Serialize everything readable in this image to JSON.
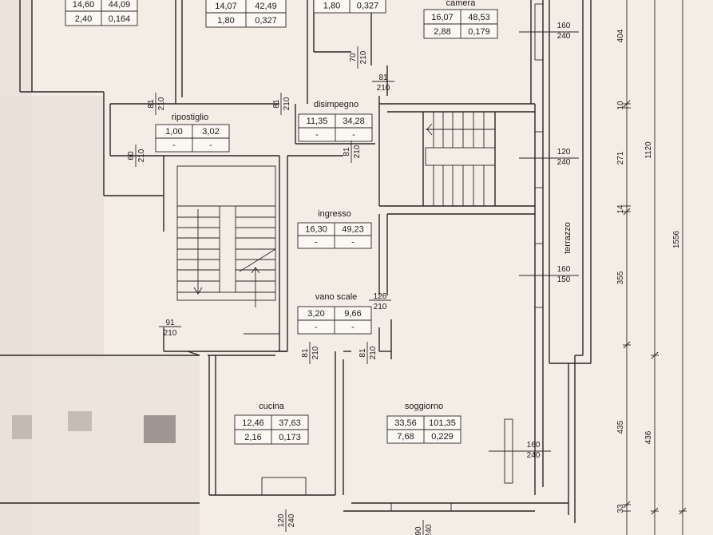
{
  "rooms": [
    {
      "id": "room-top-left",
      "name": "",
      "cells": [
        "14,60",
        "44,09",
        "2,40",
        "0,164"
      ]
    },
    {
      "id": "room-camera-1",
      "name": "camera",
      "cells": [
        "14,07",
        "42,49",
        "1,80",
        "0,327"
      ]
    },
    {
      "id": "room-bath",
      "name": "",
      "cells": [
        "1,80",
        "0,327"
      ]
    },
    {
      "id": "room-camera-2",
      "name": "camera",
      "cells": [
        "16,07",
        "48,53",
        "2,88",
        "0,179"
      ]
    },
    {
      "id": "room-ripostiglio",
      "name": "ripostiglio",
      "cells": [
        "1,00",
        "3,02",
        "-",
        "-"
      ]
    },
    {
      "id": "room-disimpegno",
      "name": "disimpegno",
      "cells": [
        "11,35",
        "34,28",
        "-",
        "-"
      ]
    },
    {
      "id": "room-ingresso",
      "name": "ingresso",
      "cells": [
        "16,30",
        "49,23",
        "-",
        "-"
      ]
    },
    {
      "id": "room-vano-scale",
      "name": "vano scale",
      "cells": [
        "3,20",
        "9,66",
        "-",
        "-"
      ]
    },
    {
      "id": "room-cucina",
      "name": "cucina",
      "cells": [
        "12,46",
        "37,63",
        "2,16",
        "0,173"
      ]
    },
    {
      "id": "room-soggiorno",
      "name": "soggiorno",
      "cells": [
        "33,56",
        "101,35",
        "7,68",
        "0,229"
      ]
    }
  ],
  "terrace_label": "terrazzo",
  "doors": [
    [
      "70",
      "210"
    ],
    [
      "81",
      "210"
    ],
    [
      "81",
      "210"
    ],
    [
      "81",
      "210"
    ],
    [
      "60",
      "210"
    ],
    [
      "81",
      "210"
    ],
    [
      "91",
      "210"
    ],
    [
      "126",
      "210"
    ],
    [
      "81",
      "210"
    ],
    [
      "81",
      "210"
    ],
    [
      "120",
      "240"
    ],
    [
      "90",
      "240"
    ]
  ],
  "windows": [
    [
      "160",
      "240"
    ],
    [
      "120",
      "240"
    ],
    [
      "160",
      "150"
    ],
    [
      "160",
      "240"
    ]
  ],
  "dimensions": {
    "inner": [
      "404",
      "10",
      "271",
      "14",
      "355",
      "435",
      "33"
    ],
    "middle": [
      "1120",
      "436"
    ],
    "outer": [
      "1556"
    ]
  }
}
